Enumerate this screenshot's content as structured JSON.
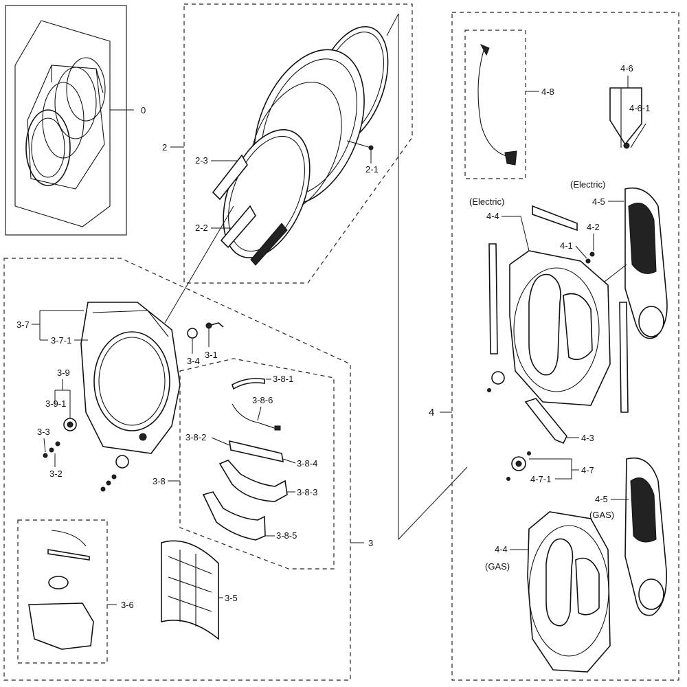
{
  "labels": {
    "l0": "0",
    "l2": "2",
    "l2_1": "2-1",
    "l2_2": "2-2",
    "l2_3": "2-3",
    "l3": "3",
    "l3_1": "3-1",
    "l3_2": "3-2",
    "l3_3": "3-3",
    "l3_4": "3-4",
    "l3_5": "3-5",
    "l3_6": "3-6",
    "l3_7": "3-7",
    "l3_7_1": "3-7-1",
    "l3_8": "3-8",
    "l3_8_1": "3-8-1",
    "l3_8_2": "3-8-2",
    "l3_8_3": "3-8-3",
    "l3_8_4": "3-8-4",
    "l3_8_5": "3-8-5",
    "l3_8_6": "3-8-6",
    "l3_9": "3-9",
    "l3_9_1": "3-9-1",
    "l4": "4",
    "l4_1": "4-1",
    "l4_2": "4-2",
    "l4_3": "4-3",
    "l4_4_elec": "4-4",
    "l4_4_gas": "4-4",
    "l4_5_elec": "4-5",
    "l4_5_gas": "4-5",
    "l4_6": "4-6",
    "l4_6_1": "4-6-1",
    "l4_7": "4-7",
    "l4_7_1": "4-7-1",
    "l4_8": "4-8",
    "electric_1": "(Electric)",
    "electric_2": "(Electric)",
    "gas_1": "(GAS)",
    "gas_2": "(GAS)"
  }
}
